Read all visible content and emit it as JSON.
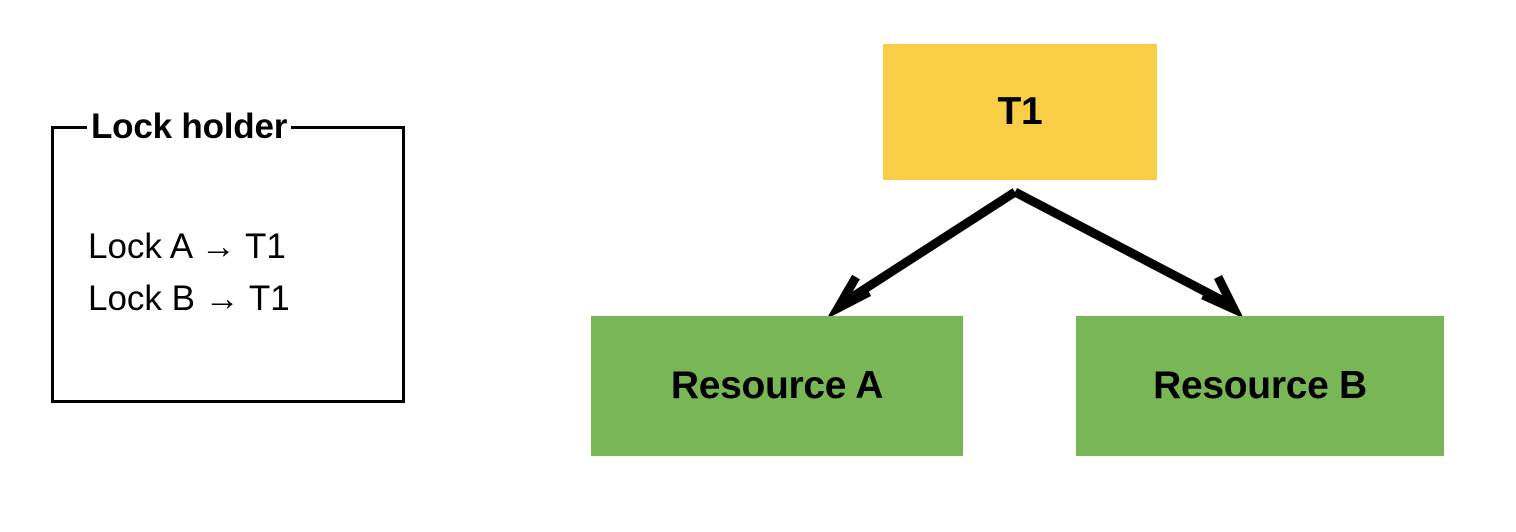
{
  "diagram": {
    "title_text": "Lock holder",
    "background_color": "#ffffff",
    "legend_box": {
      "legend_label": "Lock holder",
      "border_color": "#000000",
      "entries": [
        {
          "text": "Lock A → T1"
        },
        {
          "text": "Lock B → T1"
        }
      ]
    },
    "nodes": [
      {
        "id": "t1",
        "label": "T1",
        "color": "#f7ce45",
        "role": "transaction"
      },
      {
        "id": "resource-a",
        "label": "Resource A",
        "color": "#79b756",
        "role": "resource"
      },
      {
        "id": "resource-b",
        "label": "Resource B",
        "color": "#79b756",
        "role": "resource"
      }
    ],
    "edges": [
      {
        "from": "t1",
        "to": "resource-a",
        "arrow_color": "#000000",
        "marker": "arrowhead-open"
      },
      {
        "from": "t1",
        "to": "resource-b",
        "arrow_color": "#000000",
        "marker": "arrowhead-open"
      }
    ]
  }
}
